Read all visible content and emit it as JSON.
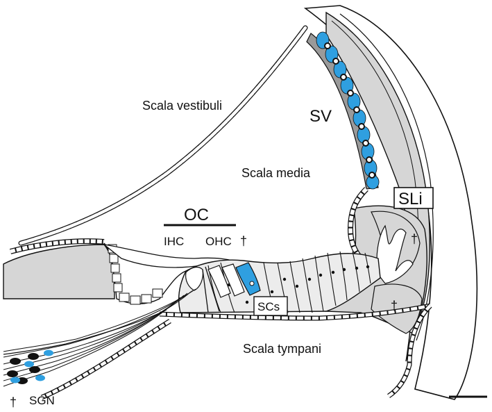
{
  "labels": {
    "scala_vestibuli": "Scala vestibuli",
    "scala_media": "Scala media",
    "scala_tympani": "Scala tympani",
    "sv": "SV",
    "sli": "SLi",
    "oc": "OC",
    "ihc": "IHC",
    "ohc": "OHC",
    "scs": "SCs",
    "sgn": "SGN",
    "dagger": "†"
  },
  "colors": {
    "highlight_blue": "#2f9fe0",
    "tissue_gray": "#d6d6d6",
    "outline": "#111111",
    "background": "#ffffff"
  }
}
